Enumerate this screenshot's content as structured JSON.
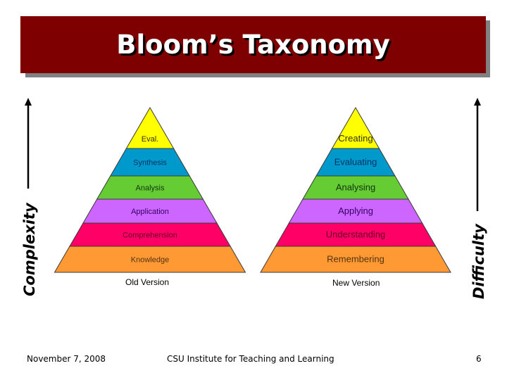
{
  "slide": {
    "title": "Bloom’s Taxonomy",
    "colors": {
      "title_bg": "#7f0000",
      "title_shadow": "#808080"
    }
  },
  "axes": {
    "left_label": "Complexity",
    "right_label": "Difficulty"
  },
  "old_pyramid": {
    "caption": "Old Version",
    "levels": [
      {
        "label": "Eval.",
        "color": "#ffff00",
        "text_color": "#333300"
      },
      {
        "label": "Synthesis",
        "color": "#0099cc",
        "text_color": "#003366"
      },
      {
        "label": "Analysis",
        "color": "#66cc33",
        "text_color": "#113311"
      },
      {
        "label": "Application",
        "color": "#cc66ff",
        "text_color": "#330066"
      },
      {
        "label": "Comprehension",
        "color": "#ff0066",
        "text_color": "#660022"
      },
      {
        "label": "Knowledge",
        "color": "#ff9933",
        "text_color": "#553311"
      }
    ]
  },
  "new_pyramid": {
    "caption": "New Version",
    "levels": [
      {
        "label": "Creating",
        "color": "#ffff00",
        "text_color": "#333300"
      },
      {
        "label": "Evaluating",
        "color": "#0099cc",
        "text_color": "#003366"
      },
      {
        "label": "Analysing",
        "color": "#66cc33",
        "text_color": "#113311"
      },
      {
        "label": "Applying",
        "color": "#cc66ff",
        "text_color": "#330066"
      },
      {
        "label": "Understanding",
        "color": "#ff0066",
        "text_color": "#660022"
      },
      {
        "label": "Remembering",
        "color": "#ff9933",
        "text_color": "#553311"
      }
    ]
  },
  "footer": {
    "date": "November 7, 2008",
    "organization": "CSU Institute for Teaching and Learning",
    "page_number": "6"
  }
}
